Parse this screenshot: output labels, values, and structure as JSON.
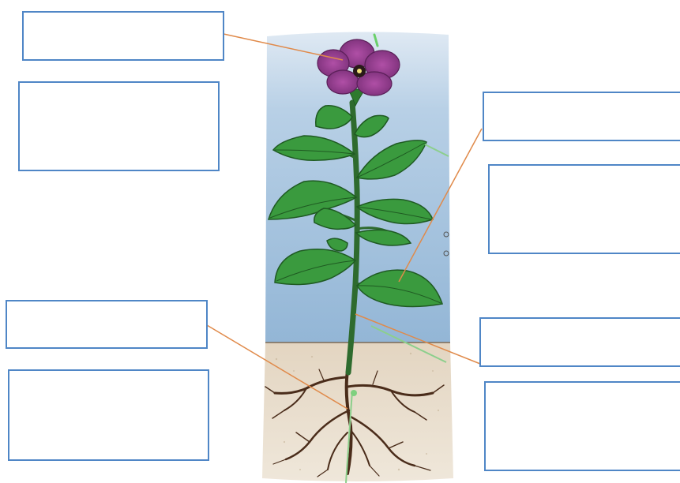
{
  "diagram": {
    "subject": "plant",
    "parts": [
      "flower",
      "leaf",
      "stem",
      "root"
    ],
    "label_boxes": [
      {
        "id": "flower-name-box",
        "text": ""
      },
      {
        "id": "flower-function-box",
        "text": ""
      },
      {
        "id": "leaf-name-box",
        "text": ""
      },
      {
        "id": "leaf-function-box",
        "text": ""
      },
      {
        "id": "root-name-box",
        "text": ""
      },
      {
        "id": "root-function-box",
        "text": ""
      },
      {
        "id": "stem-name-box",
        "text": ""
      },
      {
        "id": "stem-function-box",
        "text": ""
      }
    ],
    "colors": {
      "box_border": "#4f86c6",
      "leader_line": "#e08a4a",
      "sky": "#a9c6e0",
      "soil": "#e7dccb",
      "flower": "#8e3a8a",
      "leaf": "#2f8a3a",
      "stem": "#2e6b2e",
      "root": "#4a2c1a"
    }
  }
}
